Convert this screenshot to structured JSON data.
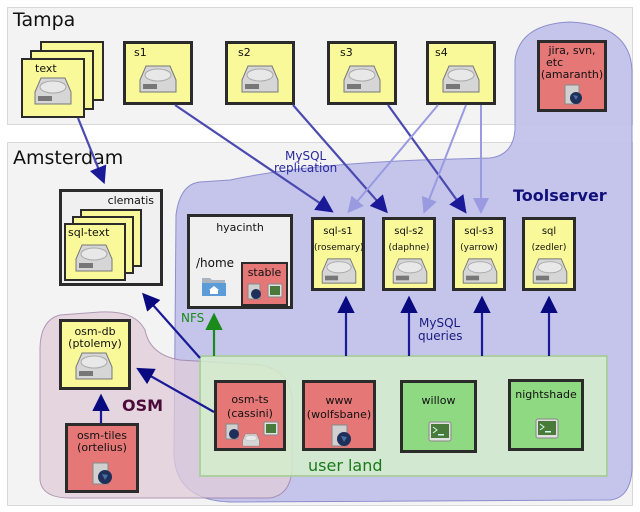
{
  "regions": {
    "tampa": "Tampa",
    "amsterdam": "Amsterdam"
  },
  "clusters": {
    "toolserver": "Toolserver",
    "osm": "OSM",
    "user_land": "user land"
  },
  "tampa_nodes": [
    {
      "id": "text",
      "label": "text"
    },
    {
      "id": "s1",
      "label": "s1"
    },
    {
      "id": "s2",
      "label": "s2"
    },
    {
      "id": "s3",
      "label": "s3"
    },
    {
      "id": "s4",
      "label": "s4"
    }
  ],
  "amaranth": {
    "line1": "jira, svn,",
    "line2": "etc",
    "line3": "(amaranth)"
  },
  "clematis": {
    "title": "clematis",
    "inner": "sql-text"
  },
  "hyacinth": {
    "title": "hyacinth",
    "home": "/home",
    "stable": "stable"
  },
  "sql_nodes": [
    {
      "name": "sql-s1",
      "host": "(rosemary)"
    },
    {
      "name": "sql-s2",
      "host": "(daphne)"
    },
    {
      "name": "sql-s3",
      "host": "(yarrow)"
    },
    {
      "name": "sql",
      "host": "(zedler)"
    }
  ],
  "osm_db": {
    "name": "osm-db",
    "host": "(ptolemy)"
  },
  "osm_tiles": {
    "name": "osm-tiles",
    "host": "(ortelius)"
  },
  "user_nodes": [
    {
      "name": "osm-ts",
      "host": "(cassini)"
    },
    {
      "name": "www",
      "host": "(wolfsbane)"
    },
    {
      "name": "willow",
      "host": ""
    },
    {
      "name": "nightshade",
      "host": ""
    }
  ],
  "edge_labels": {
    "replication_1": "MySQL",
    "replication_2": "replication",
    "queries_1": "MySQL",
    "queries_2": "queries",
    "nfs": "NFS"
  },
  "colors": {
    "toolserver_bg": "#c3c3ec",
    "osm_bg": "#e3d4e0",
    "userland_bg": "#d5efcc",
    "arrow_dark": "#1a1a99",
    "arrow_light": "#9a9ae0",
    "nfs_green": "#1a8a1a"
  }
}
